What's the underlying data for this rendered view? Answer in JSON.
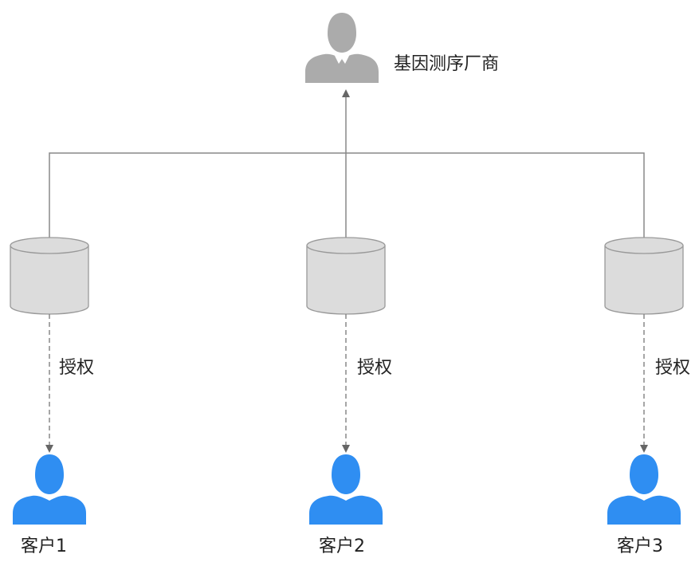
{
  "vendor": {
    "label": "基因测序厂商",
    "icon": "user-icon",
    "color": "#ababab"
  },
  "customers": [
    {
      "label": "客户1",
      "icon": "user-icon",
      "color": "#2f8ef2"
    },
    {
      "label": "客户2",
      "icon": "user-icon",
      "color": "#2f8ef2"
    },
    {
      "label": "客户3",
      "icon": "user-icon",
      "color": "#2f8ef2"
    }
  ],
  "databases": [
    {
      "icon": "database-icon",
      "color": "#dcdcdc"
    },
    {
      "icon": "database-icon",
      "color": "#dcdcdc"
    },
    {
      "icon": "database-icon",
      "color": "#dcdcdc"
    }
  ],
  "authorization_label": "授权",
  "line_color": "#888888"
}
